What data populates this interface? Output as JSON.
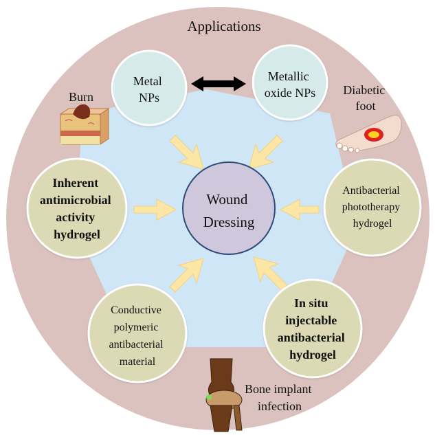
{
  "title": "Applications",
  "center": {
    "lines": [
      "Wound",
      "Dressing"
    ]
  },
  "nodes": {
    "metal_nps": {
      "lines": [
        "Metal",
        "NPs"
      ]
    },
    "metallic_oxide_nps": {
      "lines": [
        "Metallic",
        "oxide NPs"
      ]
    },
    "inherent_hydrogel": {
      "lines": [
        "Inherent",
        "antimicrobial",
        "activity",
        "hydrogel"
      ]
    },
    "phototherapy_hydrogel": {
      "lines": [
        "Antibacterial",
        "phototherapy",
        "hydrogel"
      ]
    },
    "conductive_material": {
      "lines": [
        "Conductive",
        "polymeric",
        "antibacterial",
        "material"
      ]
    },
    "injectable_hydrogel": {
      "lines": [
        "In situ",
        "injectable",
        "antibacterial",
        "hydrogel"
      ]
    }
  },
  "applications": {
    "burn": {
      "lines": [
        "Burn"
      ]
    },
    "diabetic_foot": {
      "lines": [
        "Diabetic",
        "foot"
      ]
    },
    "bone_implant": {
      "lines": [
        "Bone implant",
        "infection"
      ]
    }
  },
  "colors": {
    "outer_ring": "#dcc2be",
    "hexagon": "#cfe6f7",
    "center_fill": "#cfc8dc",
    "center_stroke": "#2f4a7a",
    "np_circle": "#d7eaea",
    "hydrogel_circle": "#dcdab5",
    "arrow": "#fbe6a6"
  }
}
